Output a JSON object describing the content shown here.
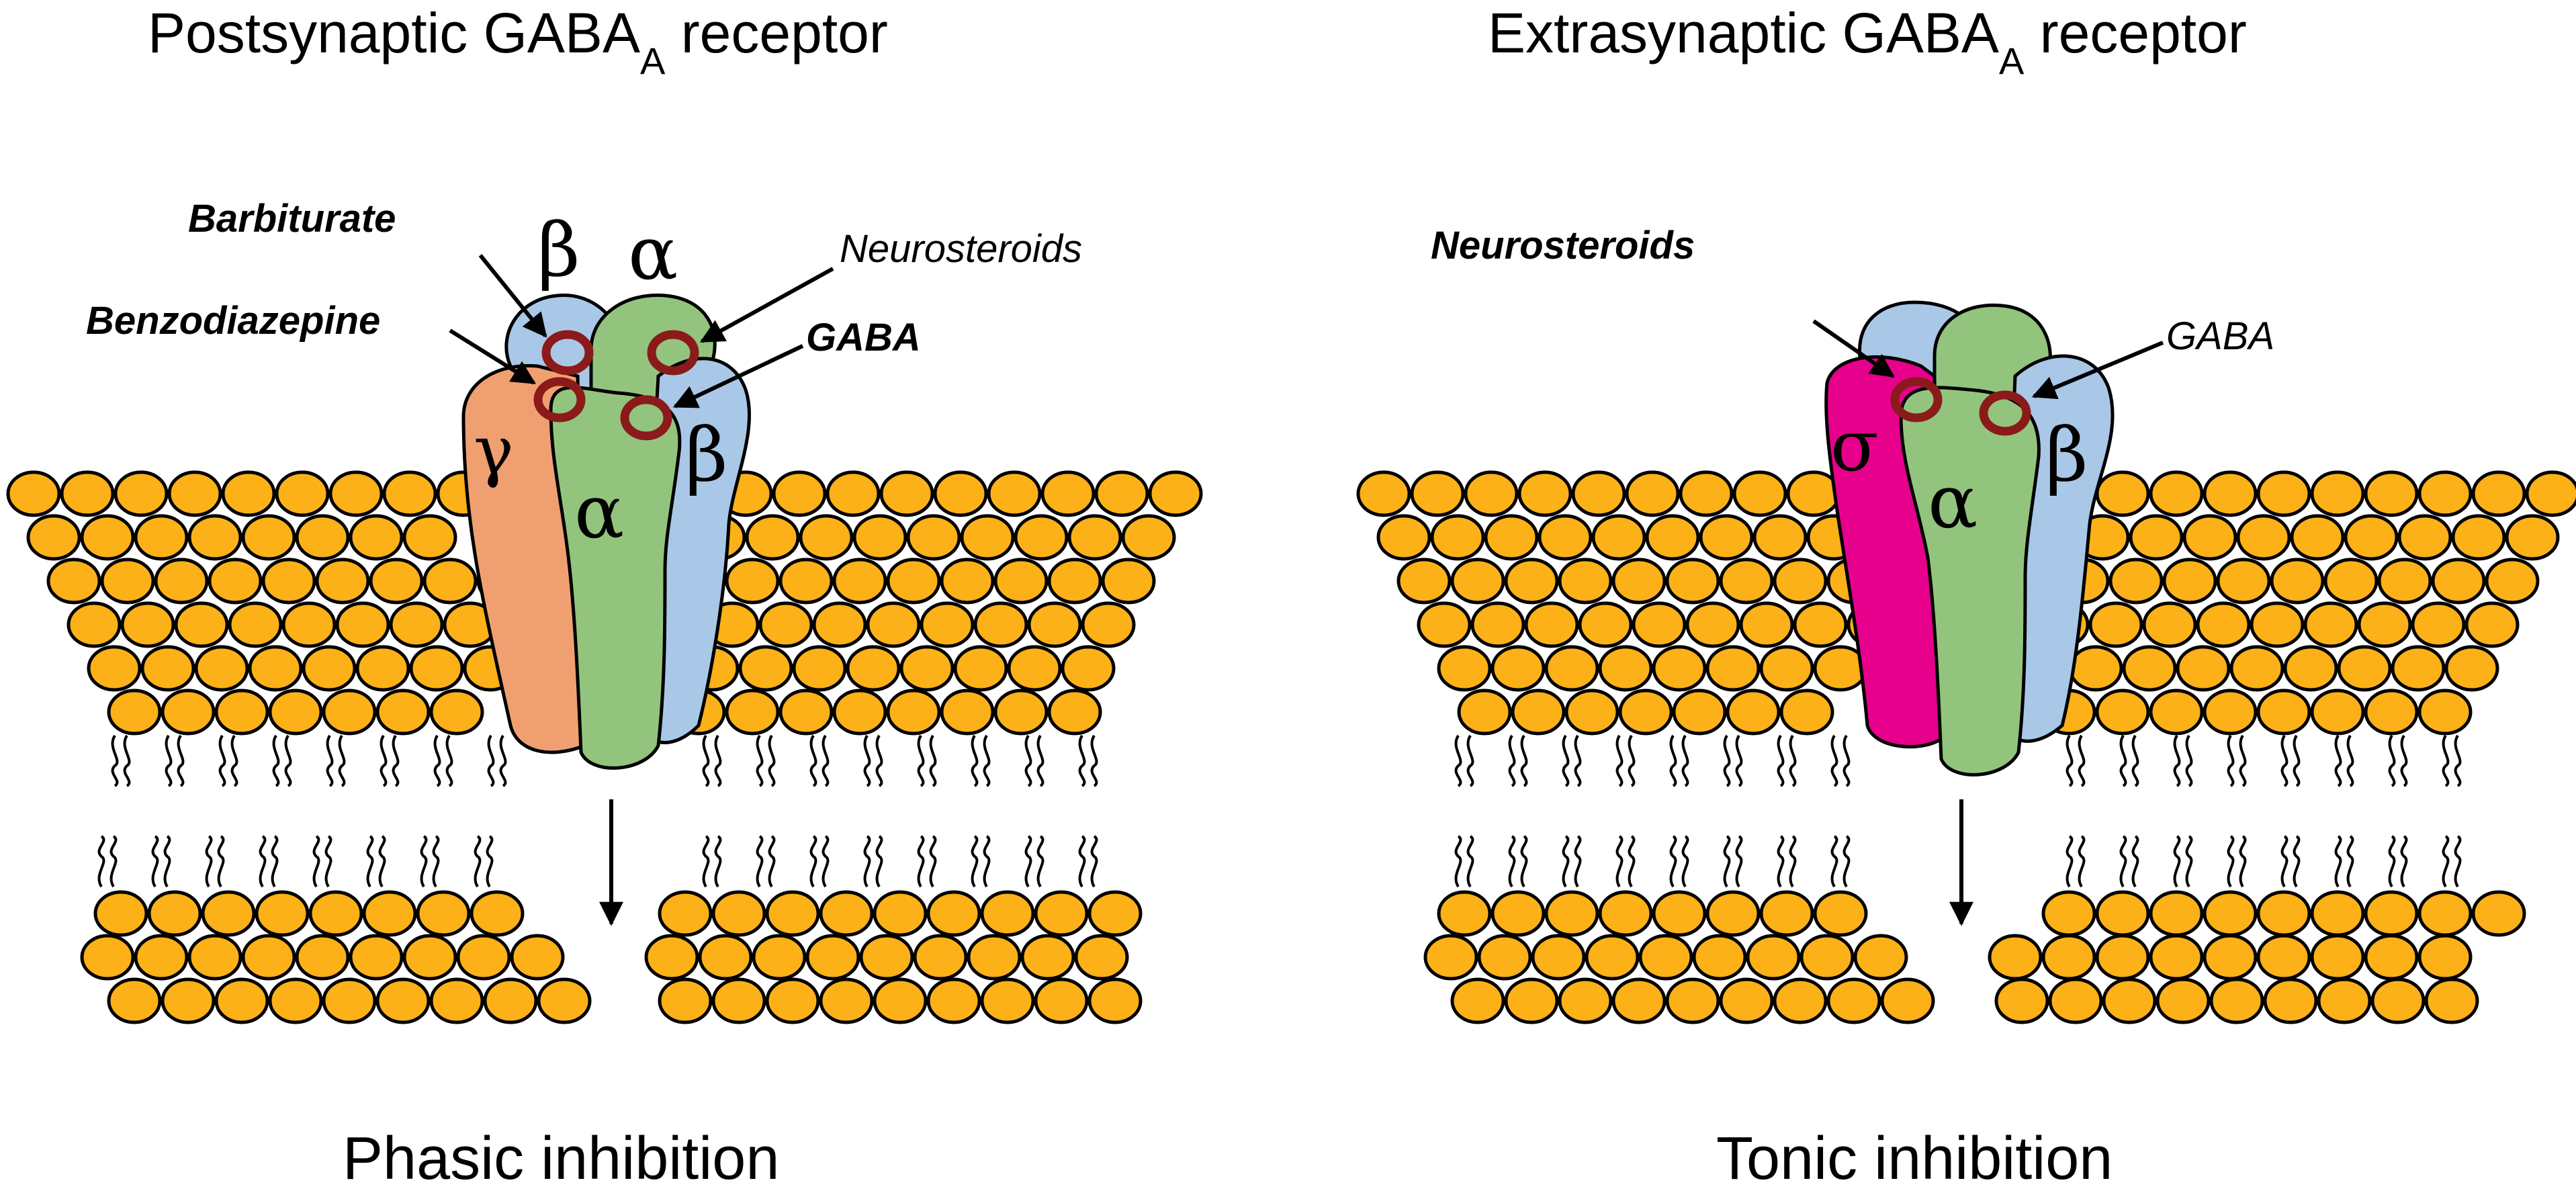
{
  "panels": [
    {
      "title": "Postsynaptic GABA",
      "title_subscript": "A",
      "title_suffix": " receptor",
      "footer": "Phasic inhibition",
      "subunits": {
        "gamma": "γ",
        "alpha_front": "α",
        "beta_right": "β",
        "beta_top": "β",
        "alpha_top": "α"
      },
      "labels": {
        "barbiturate": "Barbiturate",
        "benzodiazepine": "Benzodiazepine",
        "neurosteroids": "Neurosteroids",
        "gaba": "GABA"
      }
    },
    {
      "title": "Extrasynaptic GABA",
      "title_subscript": "A",
      "title_suffix": " receptor",
      "footer": "Tonic inhibition",
      "subunits": {
        "sigma": "σ",
        "alpha_front": "α",
        "beta_right": "β"
      },
      "labels": {
        "neurosteroids": "Neurosteroids",
        "gaba": "GABA"
      }
    }
  ],
  "colors": {
    "lipid_head": "#FBB117",
    "alpha_green": "#93C47D",
    "beta_blue": "#A9C8E8",
    "gamma_orange": "#F0A070",
    "sigma_magenta": "#E6008C",
    "binding_site": "#8B1A1A",
    "outline": "#000000"
  }
}
